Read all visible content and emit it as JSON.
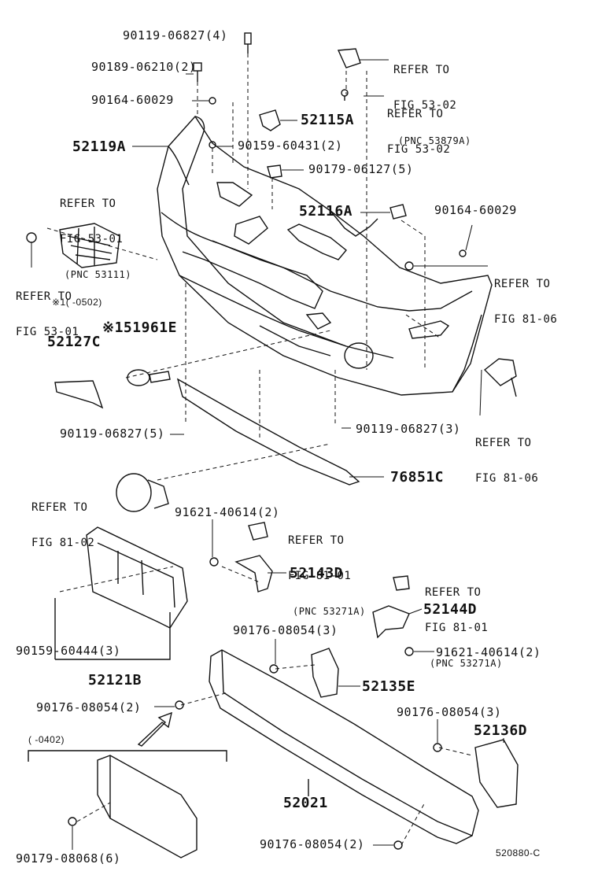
{
  "labels": {
    "p1": "90119-06827(4)",
    "p2": "90189-06210(2)",
    "p3": "90164-60029",
    "p4": "52115A",
    "p5": "52119A",
    "p6": "90159-60431(2)",
    "p7": "90179-06127(5)",
    "p8": "52116A",
    "p9": "90164-60029",
    "p10": "52127C",
    "p11": "※151961E",
    "p12": "90119-06827(5)",
    "p13": "90119-06827(3)",
    "p14": "76851C",
    "p15": "91621-40614(2)",
    "p16": "52143D",
    "p17": "52144D",
    "p18": "90159-60444(3)",
    "p19": "52121B",
    "p20": "90176-08054(3)",
    "p21": "52135E",
    "p22": "90176-08054(2)",
    "p23": "90176-08054(3)",
    "p24": "52136D",
    "p25": "52021",
    "p26": "90176-08054(2)",
    "p27": "90179-08068(6)",
    "p28": "91621-40614(2)"
  },
  "refs": {
    "r1": {
      "l1": "REFER TO",
      "l2": "FIG 53-02",
      "l3": "(PNC 53879A)"
    },
    "r2": {
      "l1": "REFER TO",
      "l2": "FIG 53-02"
    },
    "r3": {
      "l1": "REFER TO",
      "l2": "FIG 53-01",
      "l3": "(PNC 53111)"
    },
    "r4": {
      "l1": "REFER TO",
      "l2": "FIG 53-01"
    },
    "r5": {
      "l1": "REFER TO",
      "l2": "FIG 81-06"
    },
    "r6": {
      "l1": "REFER TO",
      "l2": "FIG 81-06"
    },
    "r7": {
      "l1": "REFER TO",
      "l2": "FIG 81-02"
    },
    "r8": {
      "l1": "REFER TO",
      "l2": "FIG 81-01",
      "l3": "(PNC 53271A)"
    },
    "r9": {
      "l1": "REFER TO",
      "l2": "FIG 81-01",
      "l3": "(PNC 53271A)"
    }
  },
  "notes": {
    "n1": "※1(     -0502)",
    "n2": "(     -0402)",
    "code": "520880-C"
  }
}
